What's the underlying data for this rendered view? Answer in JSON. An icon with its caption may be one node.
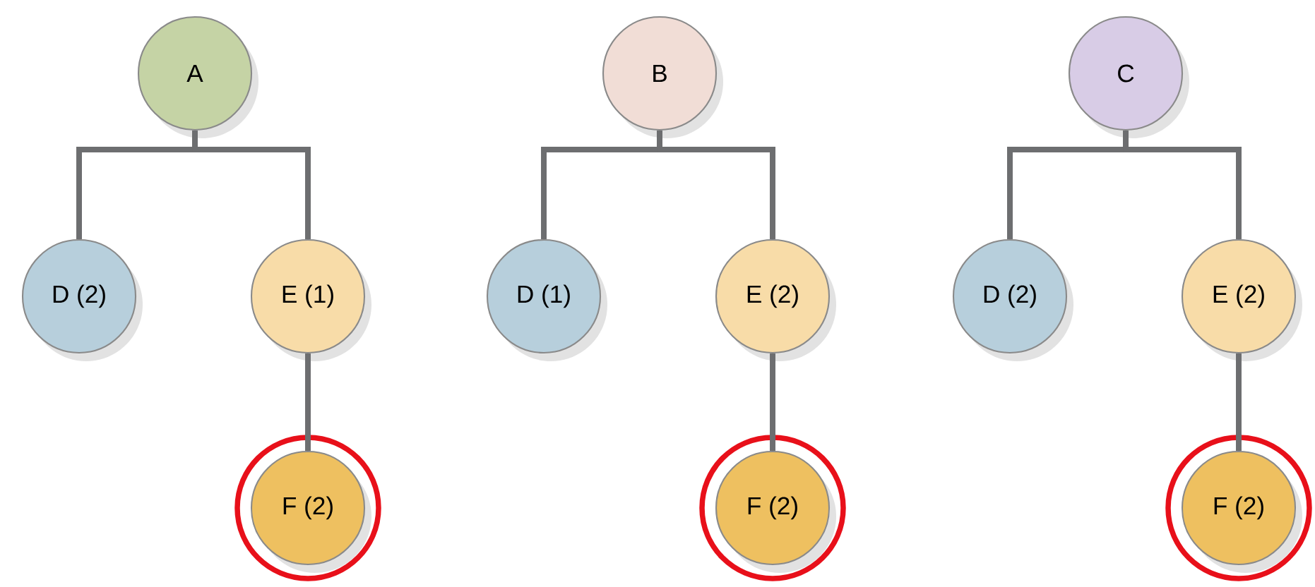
{
  "diagram": {
    "nodes": [
      {
        "text": [
          "A"
        ]
      },
      {
        "text": [
          "D (2)"
        ]
      },
      {
        "text": [
          "E (1)"
        ]
      },
      {
        "text": [
          "F (2)"
        ]
      },
      {
        "text": [
          "B"
        ]
      },
      {
        "text": [
          "D (1)"
        ]
      },
      {
        "text": [
          "E (2)"
        ]
      },
      {
        "text": [
          "F (2)"
        ]
      },
      {
        "text": [
          "C"
        ]
      },
      {
        "text": [
          "D (2)"
        ]
      },
      {
        "text": [
          "E (2)"
        ]
      },
      {
        "text": [
          "F (2)"
        ]
      }
    ],
    "edges": [
      {
        "from": 0,
        "to": 1,
        "arrow": "none"
      },
      {
        "from": 0,
        "to": 2,
        "arrow": "none"
      },
      {
        "from": 2,
        "to": 3,
        "arrow": "none"
      },
      {
        "from": 4,
        "to": 5,
        "arrow": "none"
      },
      {
        "from": 4,
        "to": 6,
        "arrow": "none"
      },
      {
        "from": 6,
        "to": 7,
        "arrow": "none"
      },
      {
        "from": 8,
        "to": 9,
        "arrow": "none"
      },
      {
        "from": 8,
        "to": 10,
        "arrow": "none"
      },
      {
        "from": 10,
        "to": 11,
        "arrow": "none"
      }
    ]
  }
}
